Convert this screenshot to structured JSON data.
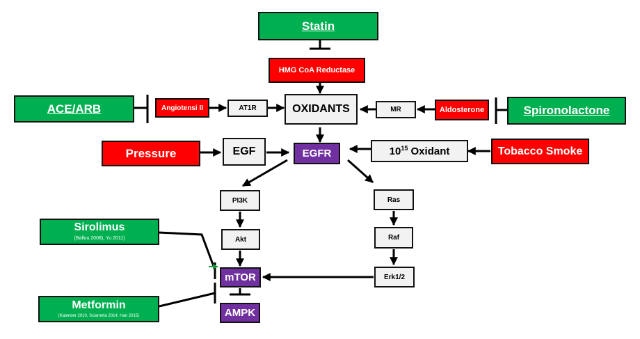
{
  "nodes": {
    "statin": "Statin",
    "hmg": "HMG CoA Reductase",
    "ace_arb": "ACE/ARB",
    "angiotensin": "Angiotensi II",
    "at1r": "AT1R",
    "oxidants": "OXIDANTS",
    "mr": "MR",
    "aldosterone": "Aldosterone",
    "spironolactone": "Spironolactone",
    "pressure": "Pressure",
    "egf": "EGF",
    "egfr": "EGFR",
    "oxidant_prefix": "10",
    "oxidant_exp": "15",
    "oxidant_suffix": " Oxidant",
    "tobacco": "Tobacco Smoke",
    "pi3k": "PI3K",
    "akt": "Akt",
    "ras": "Ras",
    "raf": "Raf",
    "erk": "Erk1/2",
    "mtor": "mTOR",
    "ampk": "AMPK",
    "sirolimus": "Sirolimus",
    "sirolimus_cite": "(Ballou 2008), Yu 2011)",
    "metformin": "Metformin",
    "metformin_cite": "(Kalender 2010, Sciarretta 2014, Han 2015)"
  },
  "colors": {
    "green": "#00b050",
    "red": "#ff0000",
    "purple": "#7030a0",
    "gray": "#f2f2f2"
  }
}
